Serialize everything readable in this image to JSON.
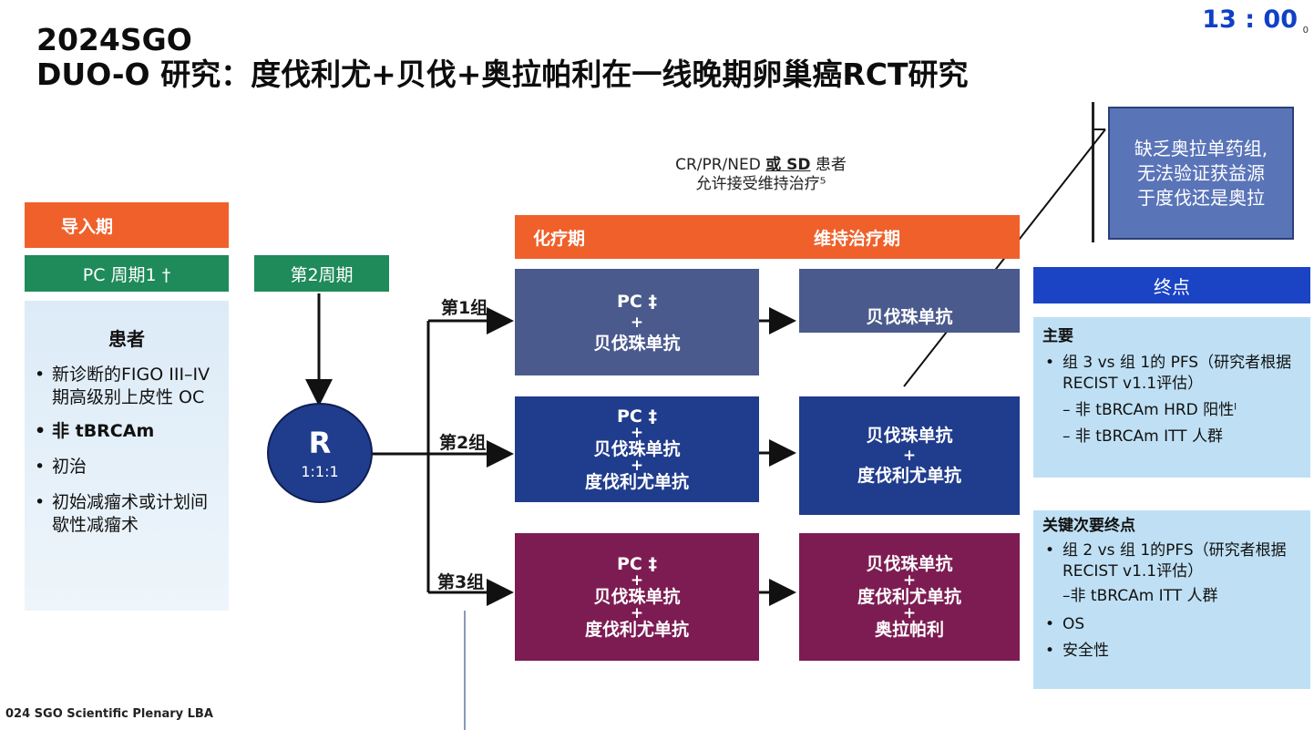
{
  "clock": {
    "time": "13 : 00",
    "sub": "0"
  },
  "title": {
    "line1": "2024SGO",
    "line2": "DUO-O 研究：度伐利尤+贝伐+奥拉帕利在一线晚期卵巢癌RCT研究"
  },
  "note": {
    "line1_pre": "CR/PR/NED ",
    "line1_em": "或 SD",
    "line1_post": " 患者",
    "line2": "允许接受维持治疗⁵"
  },
  "callout": {
    "lines": [
      "缺乏奥拉单药组,",
      "无法验证获益源",
      "于度伐还是奥拉"
    ]
  },
  "left": {
    "lead_in": "导入期",
    "pc_cycle1": "PC 周期1 †",
    "patients_title": "患者",
    "criteria": [
      {
        "text": "新诊断的FIGO III–IV期高级别上皮性 OC",
        "bold": false
      },
      {
        "text": "非 tBRCAm",
        "bold": true
      },
      {
        "text": "初治",
        "bold": false
      },
      {
        "text": "初始减瘤术或计划间歇性减瘤术",
        "bold": false
      }
    ]
  },
  "cycle2": "第2周期",
  "randomization": {
    "letter": "R",
    "ratio": "1:1:1"
  },
  "phases": {
    "chemo": "化疗期",
    "maintenance": "维持治疗期"
  },
  "groups": [
    {
      "label": "第1组",
      "chemo": [
        "PC ‡",
        "+",
        "贝伐珠单抗"
      ],
      "maintenance": [
        "贝伐珠单抗"
      ]
    },
    {
      "label": "第2组",
      "chemo": [
        "PC ‡",
        "+",
        "贝伐珠单抗",
        "+",
        "度伐利尤单抗"
      ],
      "maintenance": [
        "贝伐珠单抗",
        "+",
        "度伐利尤单抗"
      ]
    },
    {
      "label": "第3组",
      "chemo": [
        "PC ‡",
        "+",
        "贝伐珠单抗",
        "+",
        "度伐利尤单抗"
      ],
      "maintenance": [
        "贝伐珠单抗",
        "+",
        "度伐利尤单抗",
        "+",
        "奥拉帕利"
      ]
    }
  ],
  "endpoints": {
    "header": "终点",
    "primary": {
      "title": "主要",
      "item": "组 3 vs 组 1的 PFS（研究者根据RECIST v1.1评估）",
      "subs": [
        "– 非 tBRCAm HRD 阳性ˡ",
        "– 非 tBRCAm ITT 人群"
      ]
    },
    "secondary": {
      "title": "关键次要终点",
      "item": "组 2 vs 组 1的PFS（研究者根据RECIST v1.1评估）",
      "sub": "–非 tBRCAm ITT 人群",
      "others": [
        "OS",
        "安全性"
      ]
    }
  },
  "footer": "024 SGO Scientific Plenary LBA",
  "colors": {
    "orange": "#f0602a",
    "green": "#1f8a5a",
    "navy": "#203c8c",
    "slate": "#4a5a8c",
    "maroon": "#7d1c52",
    "endpoint_blue": "#1b44c4",
    "light_blue": "#bfe0f4"
  }
}
